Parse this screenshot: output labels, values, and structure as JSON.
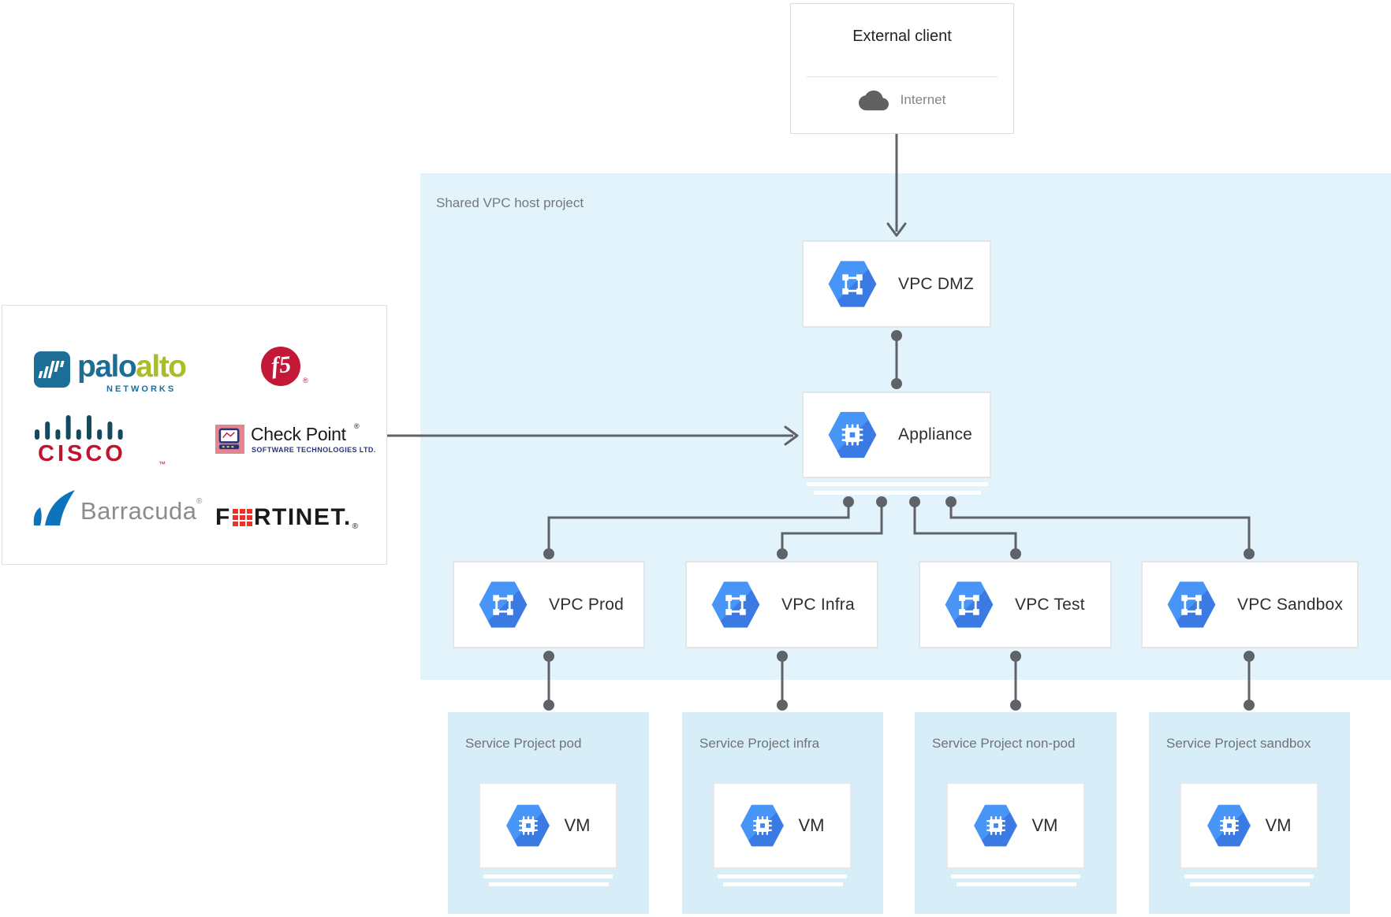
{
  "external_client": {
    "title": "External client",
    "item_label": "Internet",
    "item_icon": "cloud-icon"
  },
  "host_project": {
    "label": "Shared VPC host project"
  },
  "nodes": {
    "vpc_dmz": {
      "label": "VPC DMZ",
      "icon": "vpc-network-icon"
    },
    "appliance": {
      "label": "Appliance",
      "icon": "compute-engine-icon"
    }
  },
  "vpcs": [
    {
      "label": "VPC Prod"
    },
    {
      "label": "VPC Infra"
    },
    {
      "label": "VPC Test"
    },
    {
      "label": "VPC Sandbox"
    }
  ],
  "service_projects": [
    {
      "title": "Service Project pod",
      "vm": "VM"
    },
    {
      "title": "Service Project infra",
      "vm": "VM"
    },
    {
      "title": "Service Project non-pod",
      "vm": "VM"
    },
    {
      "title": "Service Project sandbox",
      "vm": "VM"
    }
  ],
  "vendors": {
    "paloalto": {
      "word_primary": "palo",
      "word_secondary": "alto",
      "subtext": "NETWORKS"
    },
    "f5": {
      "text": "f5",
      "mark": "®"
    },
    "cisco": {
      "text": "CISCO",
      "mark": "™"
    },
    "checkpoint": {
      "text": "Check Point",
      "mark": "®",
      "subtext": "SOFTWARE TECHNOLOGIES LTD."
    },
    "barracuda": {
      "text": "Barracuda",
      "mark": "®"
    },
    "fortinet": {
      "letter": "F",
      "rest": "RTINET.",
      "mark": "®"
    }
  },
  "colors": {
    "host_region_bg": "#E2F3FB",
    "service_region_bg": "#D7EDF8",
    "connector": "#5F6368",
    "gcp_icon_blue": "#4285F4",
    "paloalto_blue": "#1D6E97",
    "paloalto_green": "#A9BD24",
    "f5_red": "#C31837",
    "cisco_red": "#C4122E",
    "cisco_teal": "#15495D",
    "checkpoint_pink": "#E3848F",
    "checkpoint_navy": "#27337A",
    "barracuda_blue": "#0D74BB",
    "fortinet_red": "#EE3124"
  }
}
